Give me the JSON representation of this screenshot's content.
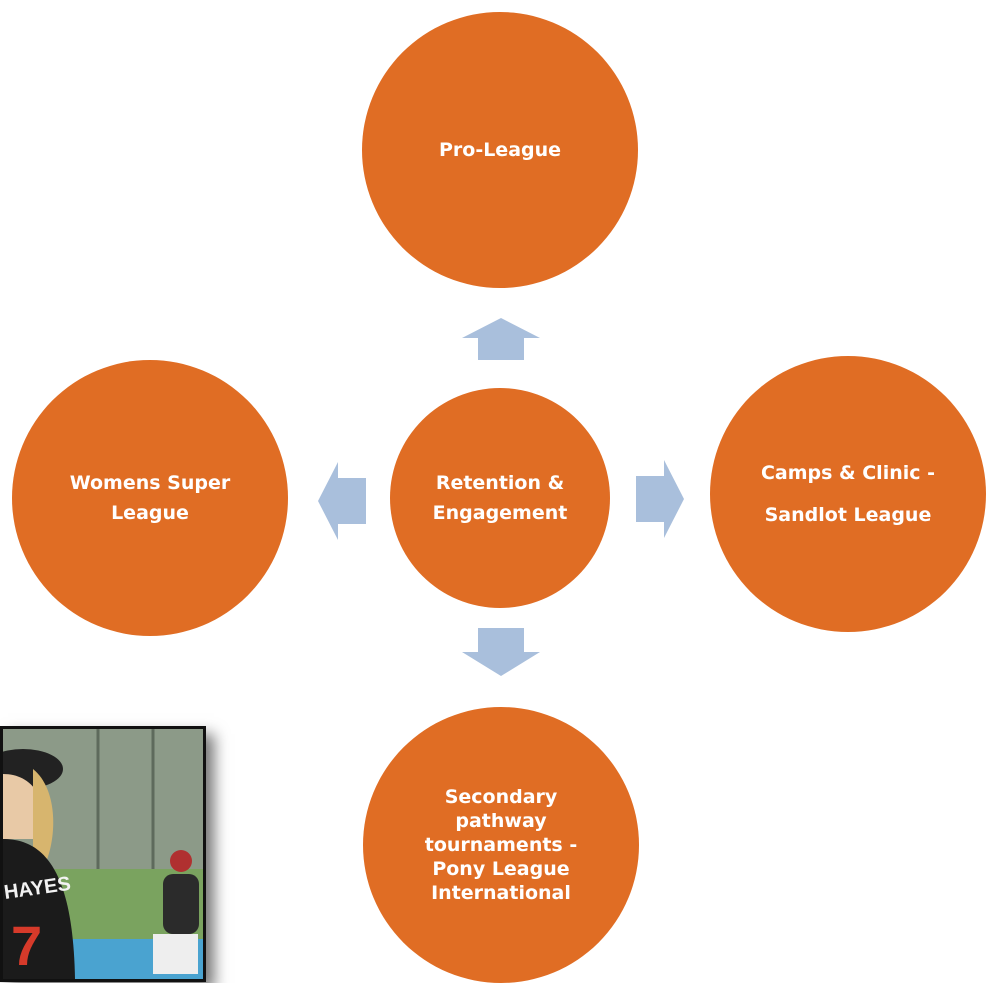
{
  "diagram": {
    "center": {
      "text": "Retention &\nEngagement"
    },
    "top": {
      "text": "Pro-League"
    },
    "left": {
      "text": "Womens Super\nLeague"
    },
    "right": {
      "text": "Camps & Clinic -\nSandlot League"
    },
    "bottom": {
      "text": "Secondary\npathway\ntournaments -\nPony League\nInternational"
    }
  },
  "photo": {
    "jersey_name": "HAYES",
    "jersey_number": "7"
  },
  "colors": {
    "node_fill": "#e06d24",
    "arrow_fill": "#a9bfdc",
    "node_text": "#ffffff"
  },
  "icons": {
    "arrows": [
      "arrow-up-icon",
      "arrow-down-icon",
      "arrow-left-icon",
      "arrow-right-icon"
    ]
  }
}
